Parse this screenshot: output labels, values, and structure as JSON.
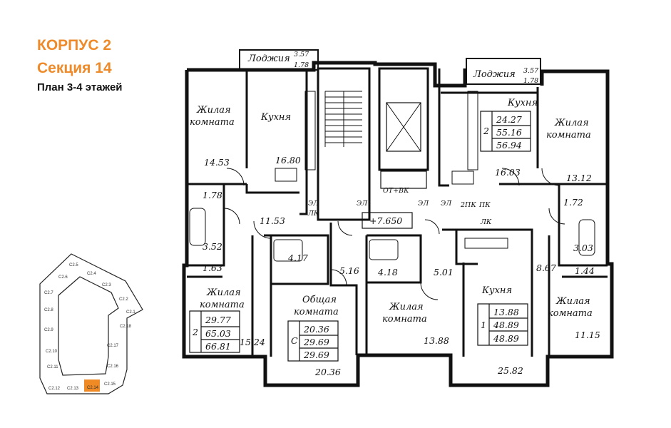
{
  "header": {
    "building": "КОРПУС 2",
    "section": "Секция 14",
    "plan": "План 3-4 этажей"
  },
  "colors": {
    "accent": "#ee8a2a",
    "wall": "#111111",
    "highlight": "#f08a24"
  },
  "rooms": {
    "loggia_left": {
      "label": "Лоджия",
      "dim1": "3.57",
      "dim2": "1.78"
    },
    "loggia_right": {
      "label": "Лоджия",
      "dim1": "3.57",
      "dim2": "1.78"
    },
    "living_tl": {
      "line1": "Жилая",
      "line2": "комната",
      "area": "14.53"
    },
    "kitchen_tl": {
      "label": "Кухня",
      "area": "16.80"
    },
    "bath_tl": {
      "area": "1.78"
    },
    "hall_tl": {
      "area": "11.53"
    },
    "wc_tl": {
      "area": "3.52"
    },
    "small_l": {
      "area": "1.63"
    },
    "living_bl": {
      "line1": "Жилая",
      "line2": "комната",
      "area": "15.24"
    },
    "bath_c1": {
      "area": "4.17"
    },
    "hall_c1": {
      "area": "5.16"
    },
    "studio": {
      "line1": "Общая",
      "line2": "комната",
      "area": "20.36"
    },
    "bath_c2": {
      "area": "4.18"
    },
    "hall_c2": {
      "area": "5.01"
    },
    "living_c": {
      "line1": "Жилая",
      "line2": "комната",
      "area": "13.88"
    },
    "kitchen_c": {
      "label": "Кухня",
      "area": "25.82"
    },
    "kitchen_tr": {
      "label": "Кухня",
      "area": "16.03"
    },
    "living_tr": {
      "line1": "Жилая",
      "line2": "комната",
      "area": "13.12"
    },
    "bath_tr": {
      "area": "1.72"
    },
    "wc_tr": {
      "area": "3.03"
    },
    "hall_r": {
      "area": "8.67"
    },
    "small_r": {
      "area": "1.44"
    },
    "living_br": {
      "line1": "Жилая",
      "line2": "комната",
      "area": "11.15"
    }
  },
  "apartments": [
    {
      "rooms": "2",
      "living": "29.77",
      "total": "65.03",
      "total2": "66.81"
    },
    {
      "rooms": "С",
      "living": "20.36",
      "total": "29.69",
      "total2": "29.69"
    },
    {
      "rooms": "1",
      "living": "13.88",
      "total": "48.89",
      "total2": "48.89"
    },
    {
      "rooms": "2",
      "living": "24.27",
      "total": "55.16",
      "total2": "56.94"
    }
  ],
  "core": {
    "level": "+7.650",
    "ot_vk": "ОТ+ВК",
    "zl1": "ЭЛ",
    "lk1": "ЛК",
    "zl2": "ЭЛ",
    "zl3": "ЭЛ",
    "zl4": "ЭЛ",
    "pk2": "2ПК",
    "pk": "ПК",
    "lk2": "ЛК"
  },
  "keymap": {
    "sections": [
      "С2.1",
      "С2.2",
      "С2.3",
      "С2.4",
      "С2.5",
      "С2.6",
      "С2.7",
      "С2.8",
      "С2.9",
      "С2.10",
      "С2.11",
      "С2.12",
      "С2.13",
      "С2.14",
      "С2.15",
      "С2.16",
      "С2.17",
      "С2.18"
    ],
    "active": "С2.14"
  }
}
